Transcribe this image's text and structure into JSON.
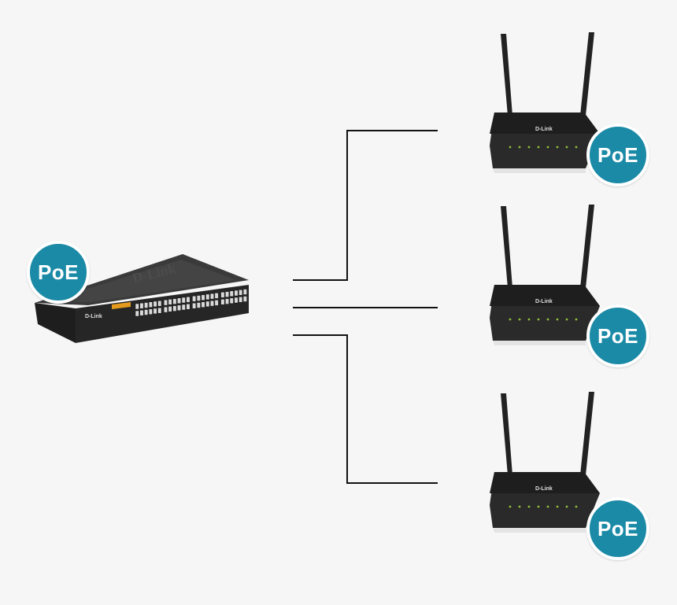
{
  "badges": {
    "switch": "PoE",
    "router_1": "PoE",
    "router_2": "PoE",
    "router_3": "PoE"
  },
  "brand": {
    "switch_label": "D-Link",
    "router_label": "D-Link"
  },
  "colors": {
    "background": "#f6f6f6",
    "badge_fill": "#1b8aa6",
    "badge_border": "#ffffff",
    "device_body": "#2a2a2a",
    "cable": "#111111"
  },
  "icons": {
    "switch": "network-switch-icon",
    "router": "wifi-router-icon"
  }
}
